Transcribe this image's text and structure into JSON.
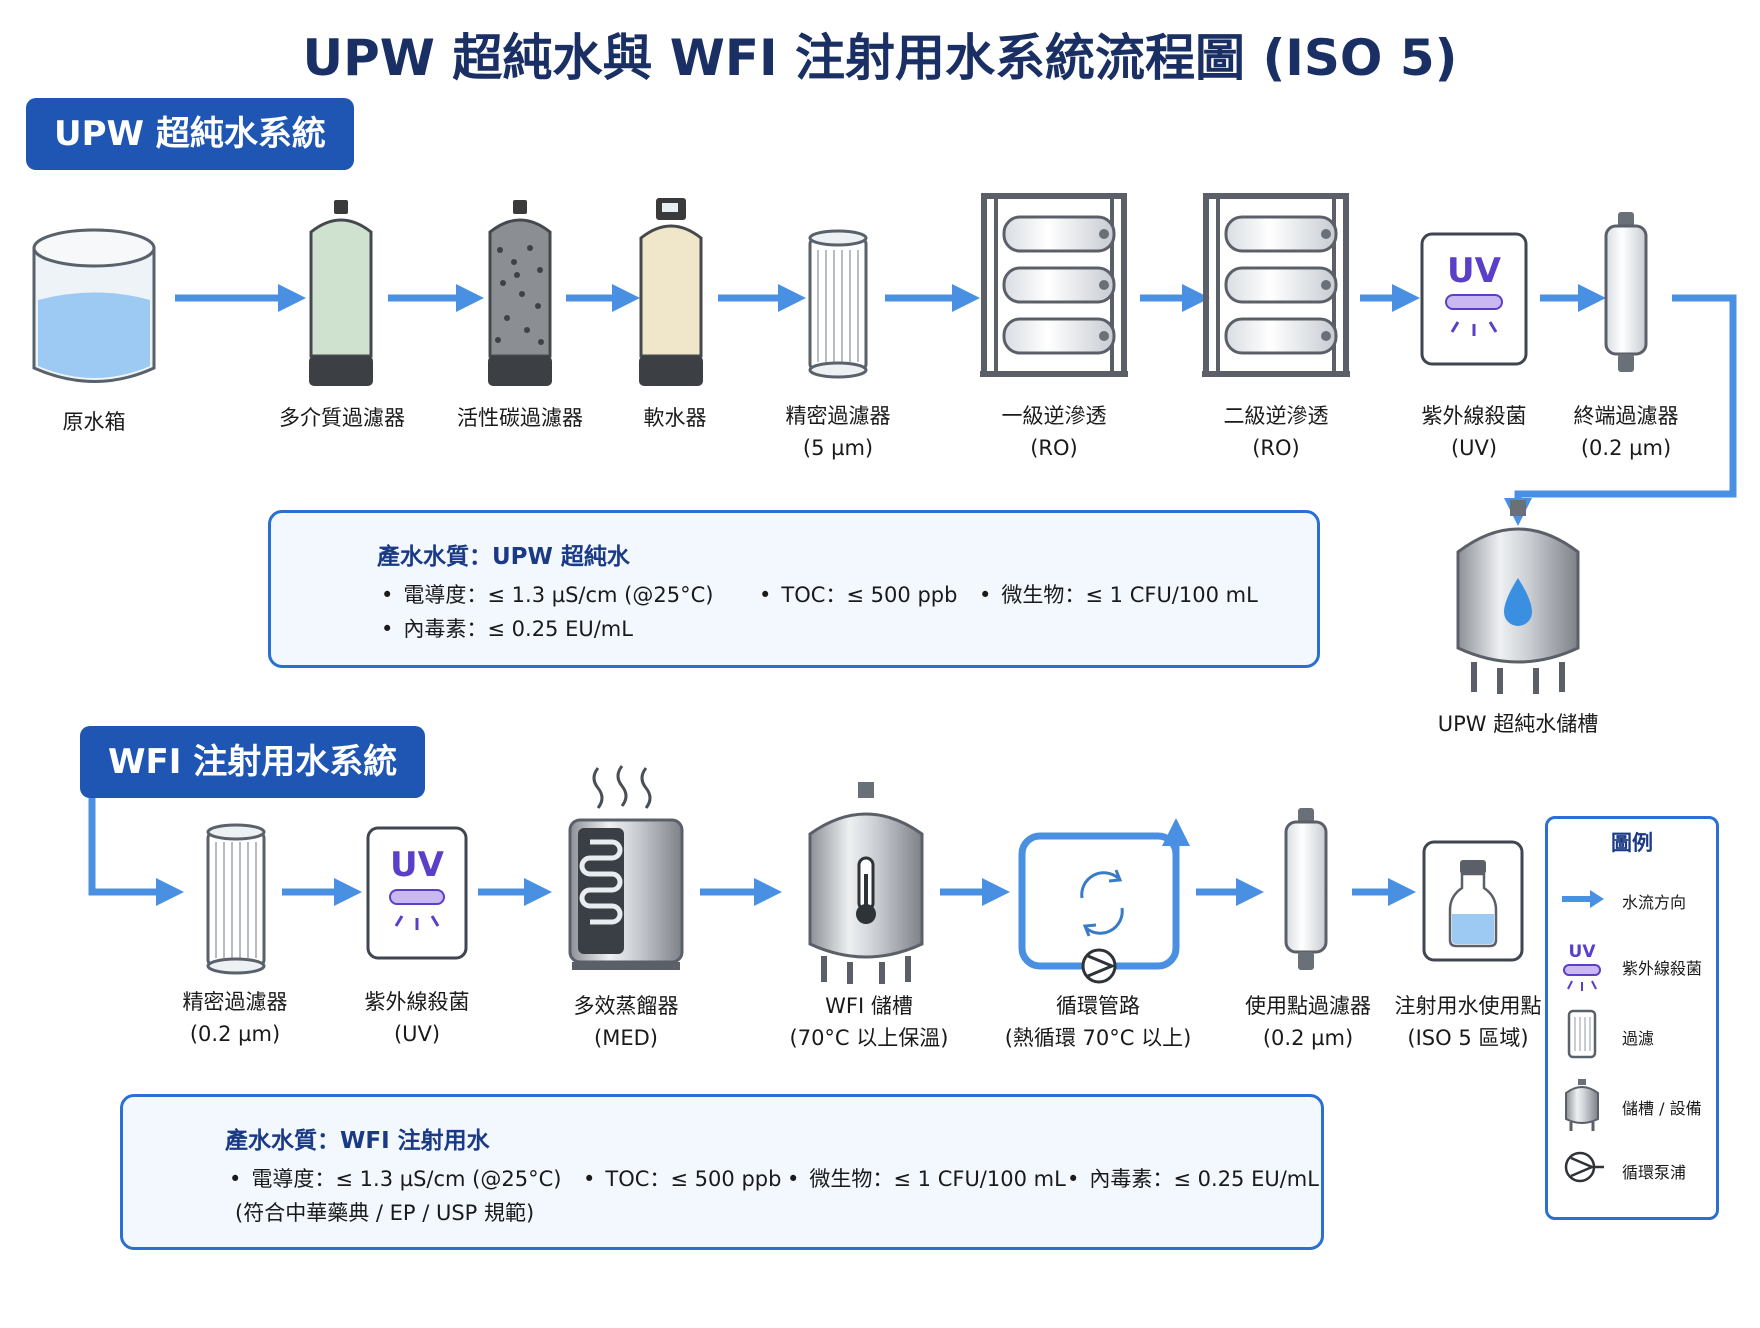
{
  "title": "UPW 超純水與 WFI 注射用水系統流程圖 (ISO 5)",
  "upw": {
    "section_title": "UPW 超純水系統",
    "steps": [
      {
        "label": "原水箱",
        "sub": ""
      },
      {
        "label": "多介質過濾器",
        "sub": ""
      },
      {
        "label": "活性碳過濾器",
        "sub": ""
      },
      {
        "label": "軟水器",
        "sub": ""
      },
      {
        "label": "精密過濾器",
        "sub": "(5 µm)"
      },
      {
        "label": "一級逆滲透",
        "sub": "(RO)"
      },
      {
        "label": "二級逆滲透",
        "sub": "(RO)"
      },
      {
        "label": "紫外線殺菌",
        "sub": "(UV)"
      },
      {
        "label": "終端過濾器",
        "sub": "(0.2 µm)"
      },
      {
        "label": "UPW 超純水儲槽",
        "sub": ""
      }
    ],
    "uv_icon_text": "UV",
    "quality": {
      "heading": "產水水質：UPW 超純水",
      "items": [
        "電導度：≤ 1.3 µS/cm (@25°C)",
        "TOC：≤ 500 ppb",
        "微生物：≤ 1 CFU/100 mL",
        "內毒素：≤ 0.25 EU/mL"
      ]
    }
  },
  "wfi": {
    "section_title": "WFI 注射用水系統",
    "steps": [
      {
        "label": "精密過濾器",
        "sub": "(0.2 µm)"
      },
      {
        "label": "紫外線殺菌",
        "sub": "(UV)"
      },
      {
        "label": "多效蒸餾器",
        "sub": "(MED)"
      },
      {
        "label": "WFI 儲槽",
        "sub": "(70°C 以上保溫)"
      },
      {
        "label": "循環管路",
        "sub": "(熱循環 70°C 以上)"
      },
      {
        "label": "使用點過濾器",
        "sub": "(0.2 µm)"
      },
      {
        "label": "注射用水使用點",
        "sub": "(ISO 5 區域)"
      }
    ],
    "uv_icon_text": "UV",
    "quality": {
      "heading": "產水水質：WFI 注射用水",
      "items": [
        "電導度：≤ 1.3 µS/cm (@25°C)",
        "TOC：≤ 500 ppb",
        "微生物：≤ 1 CFU/100 mL",
        "內毒素：≤ 0.25 EU/mL"
      ],
      "note": "(符合中華藥典 / EP / USP 規範)"
    }
  },
  "legend": {
    "title": "圖例",
    "items": [
      {
        "icon": "arrow-icon",
        "label": "水流方向"
      },
      {
        "icon": "uv-lamp-icon",
        "label": "紫外線殺菌",
        "icon_text": "UV"
      },
      {
        "icon": "filter-icon",
        "label": "過濾"
      },
      {
        "icon": "tank-icon",
        "label": "儲槽 / 設備"
      },
      {
        "icon": "pump-icon",
        "label": "循環泵浦"
      }
    ]
  },
  "colors": {
    "flow": "#4a90e2",
    "title": "#1a2f63",
    "section": "#1f56b3",
    "border": "#2b6fd1",
    "uv": "#5b3fc9",
    "water": "#7ab8ee"
  }
}
